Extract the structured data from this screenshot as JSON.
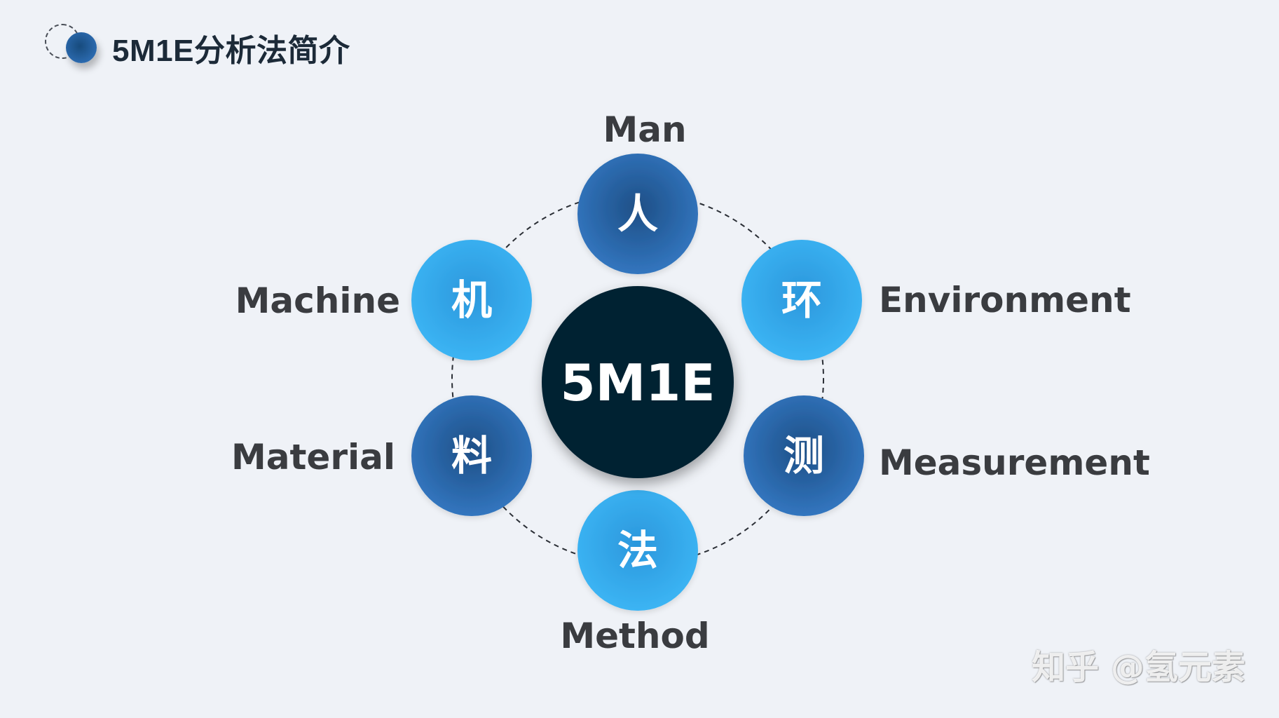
{
  "title": "5M1E分析法简介",
  "center": {
    "label": "5M1E",
    "color": "#062133"
  },
  "nodes": [
    {
      "id": "man",
      "zh": "人",
      "en": "Man",
      "style": "dark"
    },
    {
      "id": "environment",
      "zh": "环",
      "en": "Environment",
      "style": "light"
    },
    {
      "id": "measurement",
      "zh": "测",
      "en": "Measurement",
      "style": "dark"
    },
    {
      "id": "method",
      "zh": "法",
      "en": "Method",
      "style": "light"
    },
    {
      "id": "material",
      "zh": "料",
      "en": "Material",
      "style": "dark"
    },
    {
      "id": "machine",
      "zh": "机",
      "en": "Machine",
      "style": "light"
    }
  ],
  "colors": {
    "dark_blue": "#2a64a5",
    "light_blue": "#2fa8ec",
    "text": "#3a3c40",
    "background": "#eff2f7"
  },
  "watermark": "知乎 @氢元素"
}
